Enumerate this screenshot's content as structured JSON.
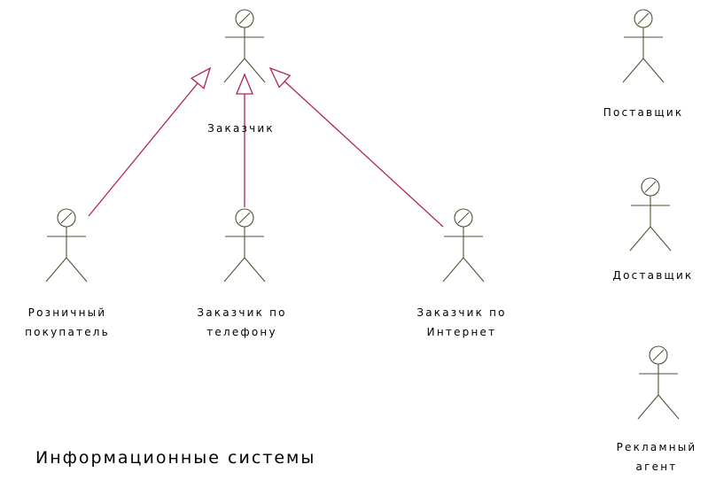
{
  "diagram": {
    "actors": [
      {
        "id": "customer",
        "label_lines": [
          "Заказчик"
        ]
      },
      {
        "id": "retail",
        "label_lines": [
          "Розничный",
          "покупатель"
        ]
      },
      {
        "id": "phone",
        "label_lines": [
          "Заказчик по",
          "телефону"
        ]
      },
      {
        "id": "internet",
        "label_lines": [
          "Заказчик по",
          "Интернет"
        ]
      },
      {
        "id": "supplier",
        "label_lines": [
          "Поставщик"
        ]
      },
      {
        "id": "delivery",
        "label_lines": [
          "Доставщик"
        ]
      },
      {
        "id": "ad_agent",
        "label_lines": [
          "Рекламный",
          "агент"
        ]
      }
    ],
    "generalizations": [
      {
        "from": "retail",
        "to": "customer"
      },
      {
        "from": "phone",
        "to": "customer"
      },
      {
        "from": "internet",
        "to": "customer"
      }
    ],
    "colors": {
      "actor_stroke": "#555233",
      "generalization": "#b0245a",
      "background": "#ffffff"
    },
    "footer": "Информационные системы"
  }
}
